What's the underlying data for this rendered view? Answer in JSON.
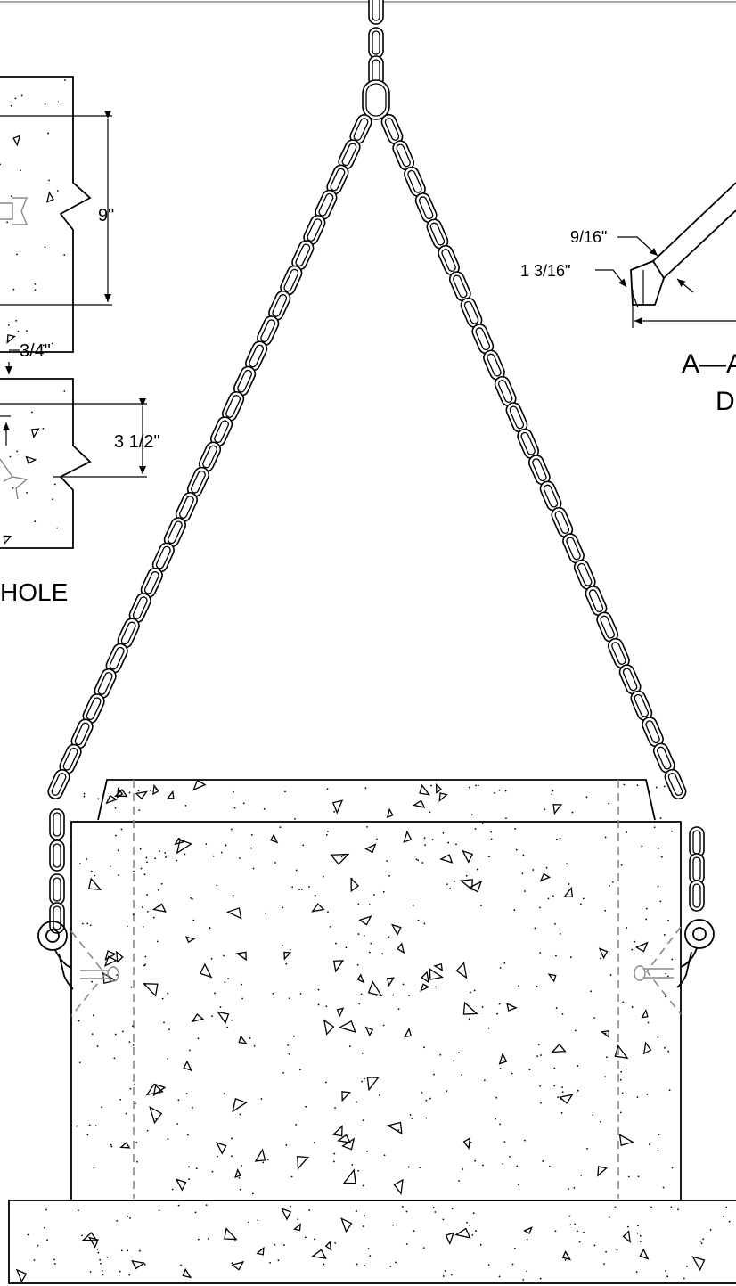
{
  "drawing": {
    "title": "Concrete manhole section lifting rigging detail",
    "dimensions": {
      "hole_height": "9\"",
      "offset": "3/4\"",
      "lip_height": "3 1/2\"",
      "diameter_a": "9/16\"",
      "diameter_b": "1 3/16\""
    },
    "labels": {
      "hole_caption": "HOLE",
      "section_label": "A—A",
      "detail_label": "D"
    },
    "colors": {
      "line": "#000000",
      "hidden_line": "#888888",
      "background": "#ffffff"
    }
  }
}
